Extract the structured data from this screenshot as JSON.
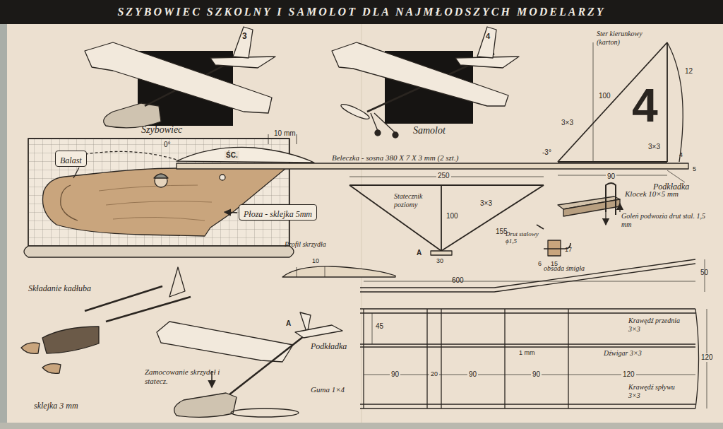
{
  "diagram": {
    "title": "SZYBOWIEC SZKOLNY I SAMOLOT DLA NAJMŁODSZYCH MODELARZY",
    "nodes": [
      {
        "text": [
          "Balast"
        ]
      },
      {
        "text": [
          "Płoza - sklejka 5mm"
        ]
      }
    ],
    "labels": [
      "Szybowiec",
      "3",
      "Samolot",
      "4",
      "Ster kierunkowy (karton)",
      "12",
      "100",
      "4",
      "3×3",
      "3×3",
      "-3°",
      "4",
      "5",
      "90",
      "Podkładka",
      "10 mm",
      "0°",
      "ŚC.",
      "Beleczka - sosna 380 X 7 X 3 mm (2 szt.)",
      "250",
      "Statecznik poziomy",
      "100",
      "3×3",
      "155",
      "A",
      "30",
      "Profil skrzydła",
      "10",
      "Klocek 10×5 mm",
      "Goleń podwozia drut stal. 1,5 mm",
      "Drut stalowy ϕ1,5",
      "6",
      "15",
      "17",
      "obsada śmigła",
      "50",
      "600",
      "45",
      "1 mm",
      "Krawędź przednia 3×3",
      "Dźwigar 3×3",
      "120",
      "90",
      "20",
      "90",
      "90",
      "120",
      "Krawędź spływu 3×3",
      "Składanie kadłuba",
      "sklejka 3 mm",
      "A",
      "Podkładka",
      "Zamocowanie skrzydeł i statecz.",
      "Guma 1×4"
    ]
  }
}
